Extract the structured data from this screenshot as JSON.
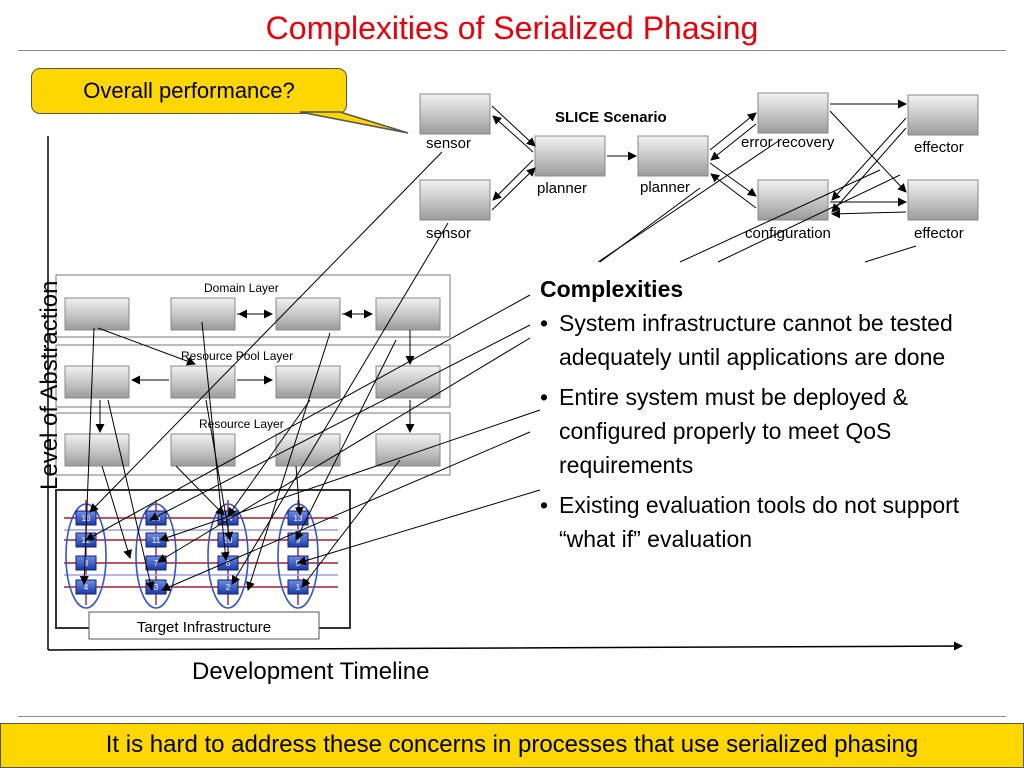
{
  "slide": {
    "title": "Complexities of Serialized Phasing",
    "callout": "Overall performance?",
    "y_axis_label": "Level of Abstraction",
    "x_axis_label": "Development Timeline",
    "footer": "It is hard to address these concerns in processes that use serialized phasing"
  },
  "slice": {
    "title": "SLICE Scenario",
    "nodes": {
      "sensor1": "sensor",
      "sensor2": "sensor",
      "planner1": "planner",
      "planner2": "planner",
      "error_recovery": "error recovery",
      "configuration": "configuration",
      "effector1": "effector",
      "effector2": "effector"
    }
  },
  "layers": {
    "domain": "Domain Layer",
    "resource_pool": "Resource Pool Layer",
    "resource": "Resource Layer",
    "target": "Target Infrastructure"
  },
  "grid_labels": [
    [
      "16",
      "15",
      "14",
      "13"
    ],
    [
      "12",
      "11",
      "10",
      "9"
    ],
    [
      "8",
      "7",
      "6",
      "5"
    ],
    [
      "4",
      "3",
      "2",
      "1"
    ]
  ],
  "complexities": {
    "heading": "Complexities",
    "bullet_char": "•",
    "items": [
      "System infrastructure cannot be tested adequately until applications are done",
      "Entire system must be deployed & configured properly to meet QoS requirements",
      "Existing evaluation tools do not support “what if” evaluation"
    ]
  },
  "colors": {
    "title": "#e8000b",
    "highlight": "#ffd700",
    "node_fill": "#c8c8c8",
    "grid_node": "#3355cc",
    "grid_link": "#a02030"
  }
}
